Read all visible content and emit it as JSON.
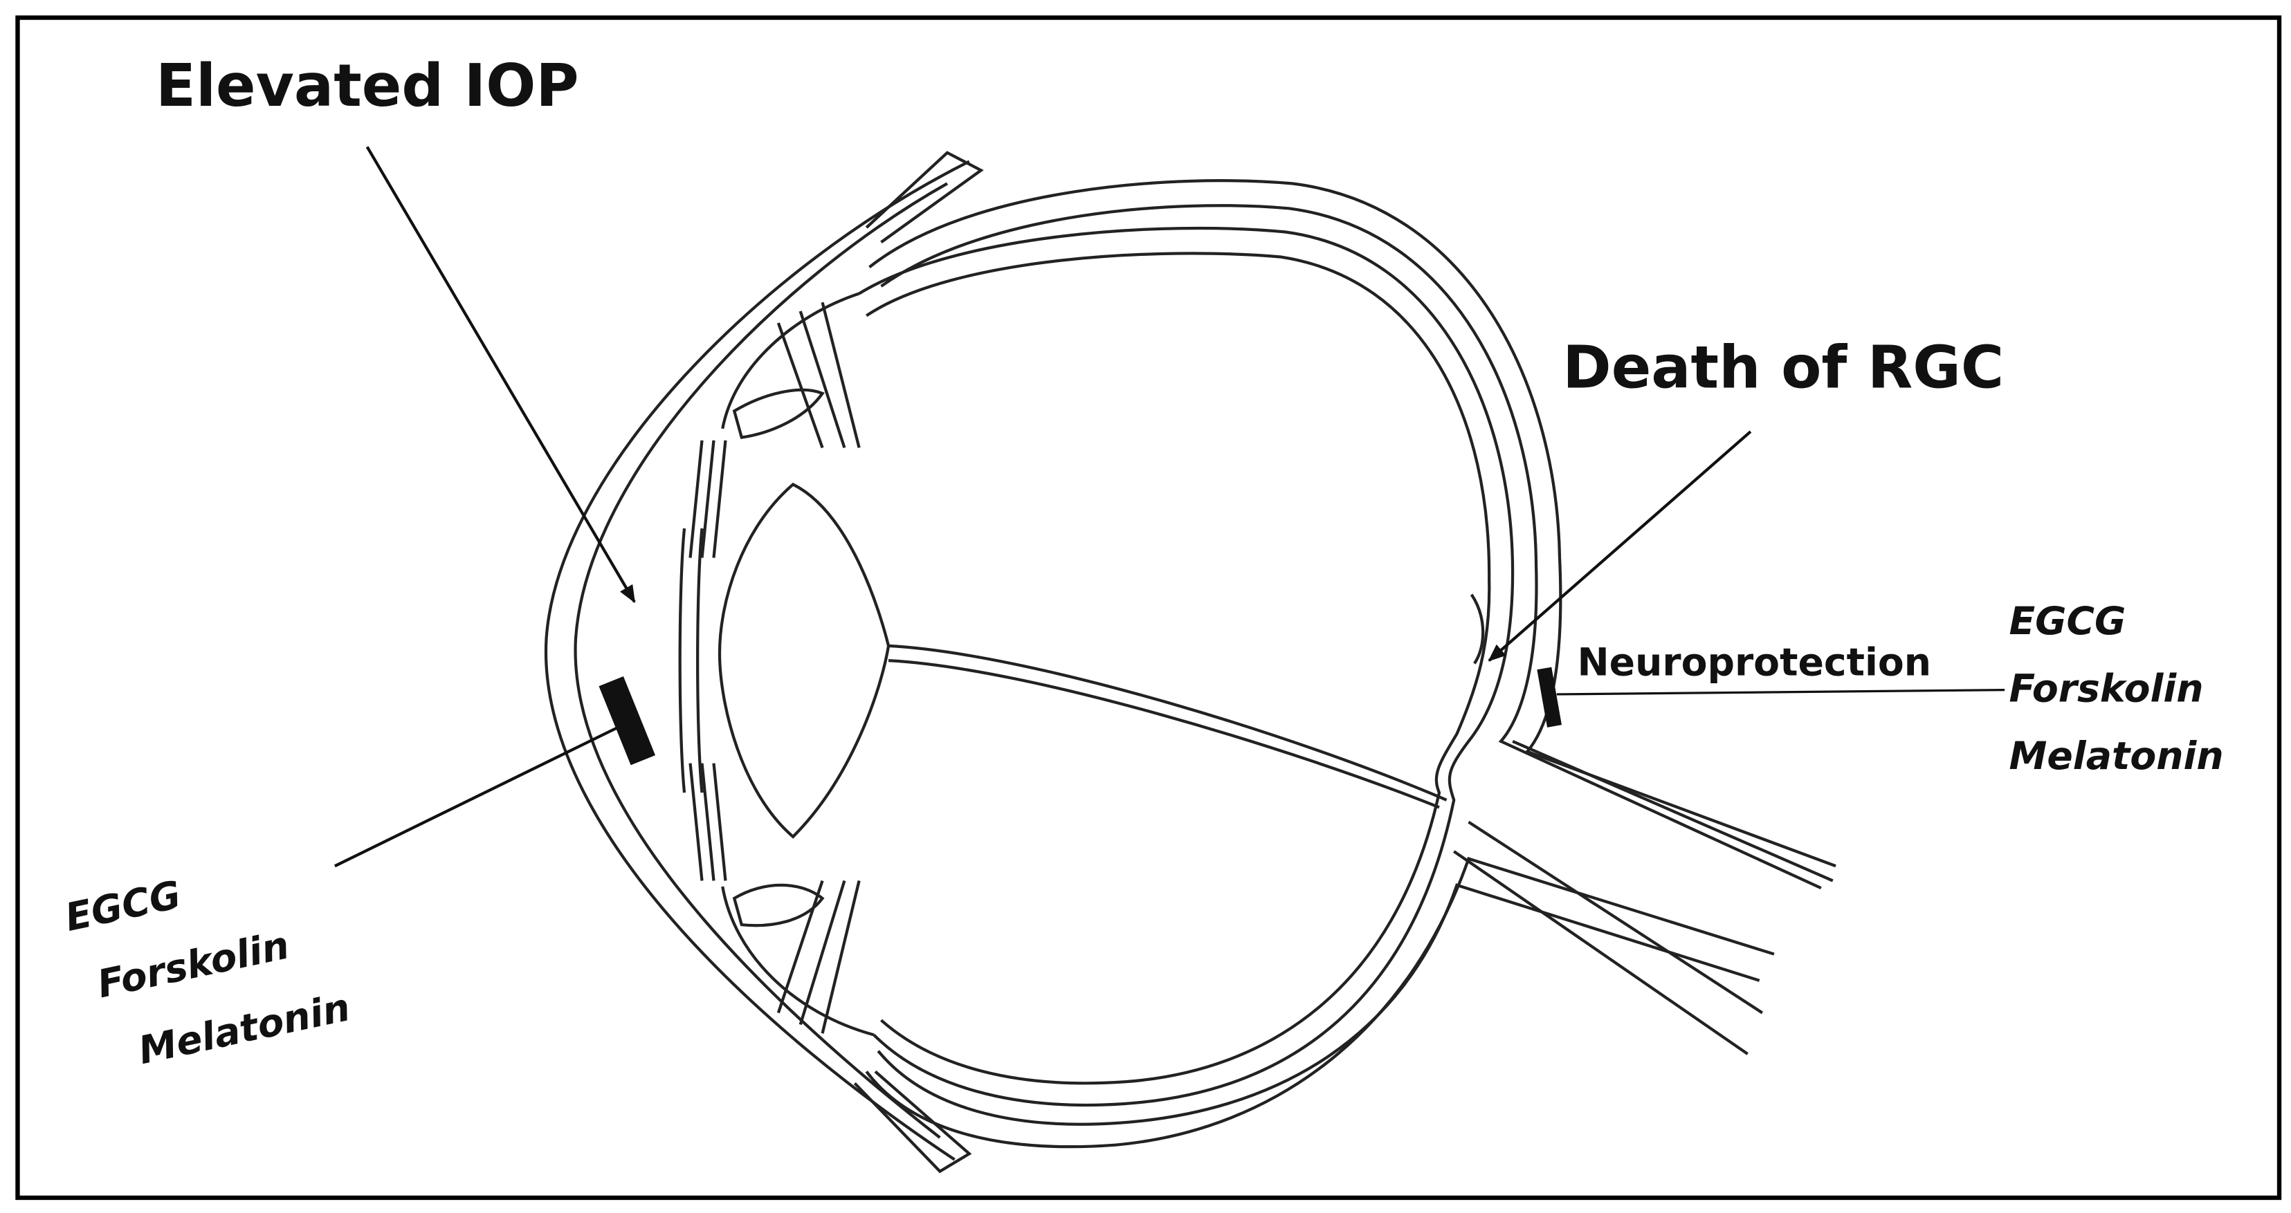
{
  "labels": {
    "elevated_iop": "Elevated IOP",
    "death_of_rgc": "Death of RGC",
    "neuroprotection": "Neuroprotection"
  },
  "treatments_left": [
    "EGCG",
    "Forskolin",
    "Melatonin"
  ],
  "treatments_right": [
    "EGCG",
    "Forskolin",
    "Melatonin"
  ],
  "colors": {
    "ink": "#111111",
    "frame": "#000000",
    "background": "#ffffff"
  }
}
